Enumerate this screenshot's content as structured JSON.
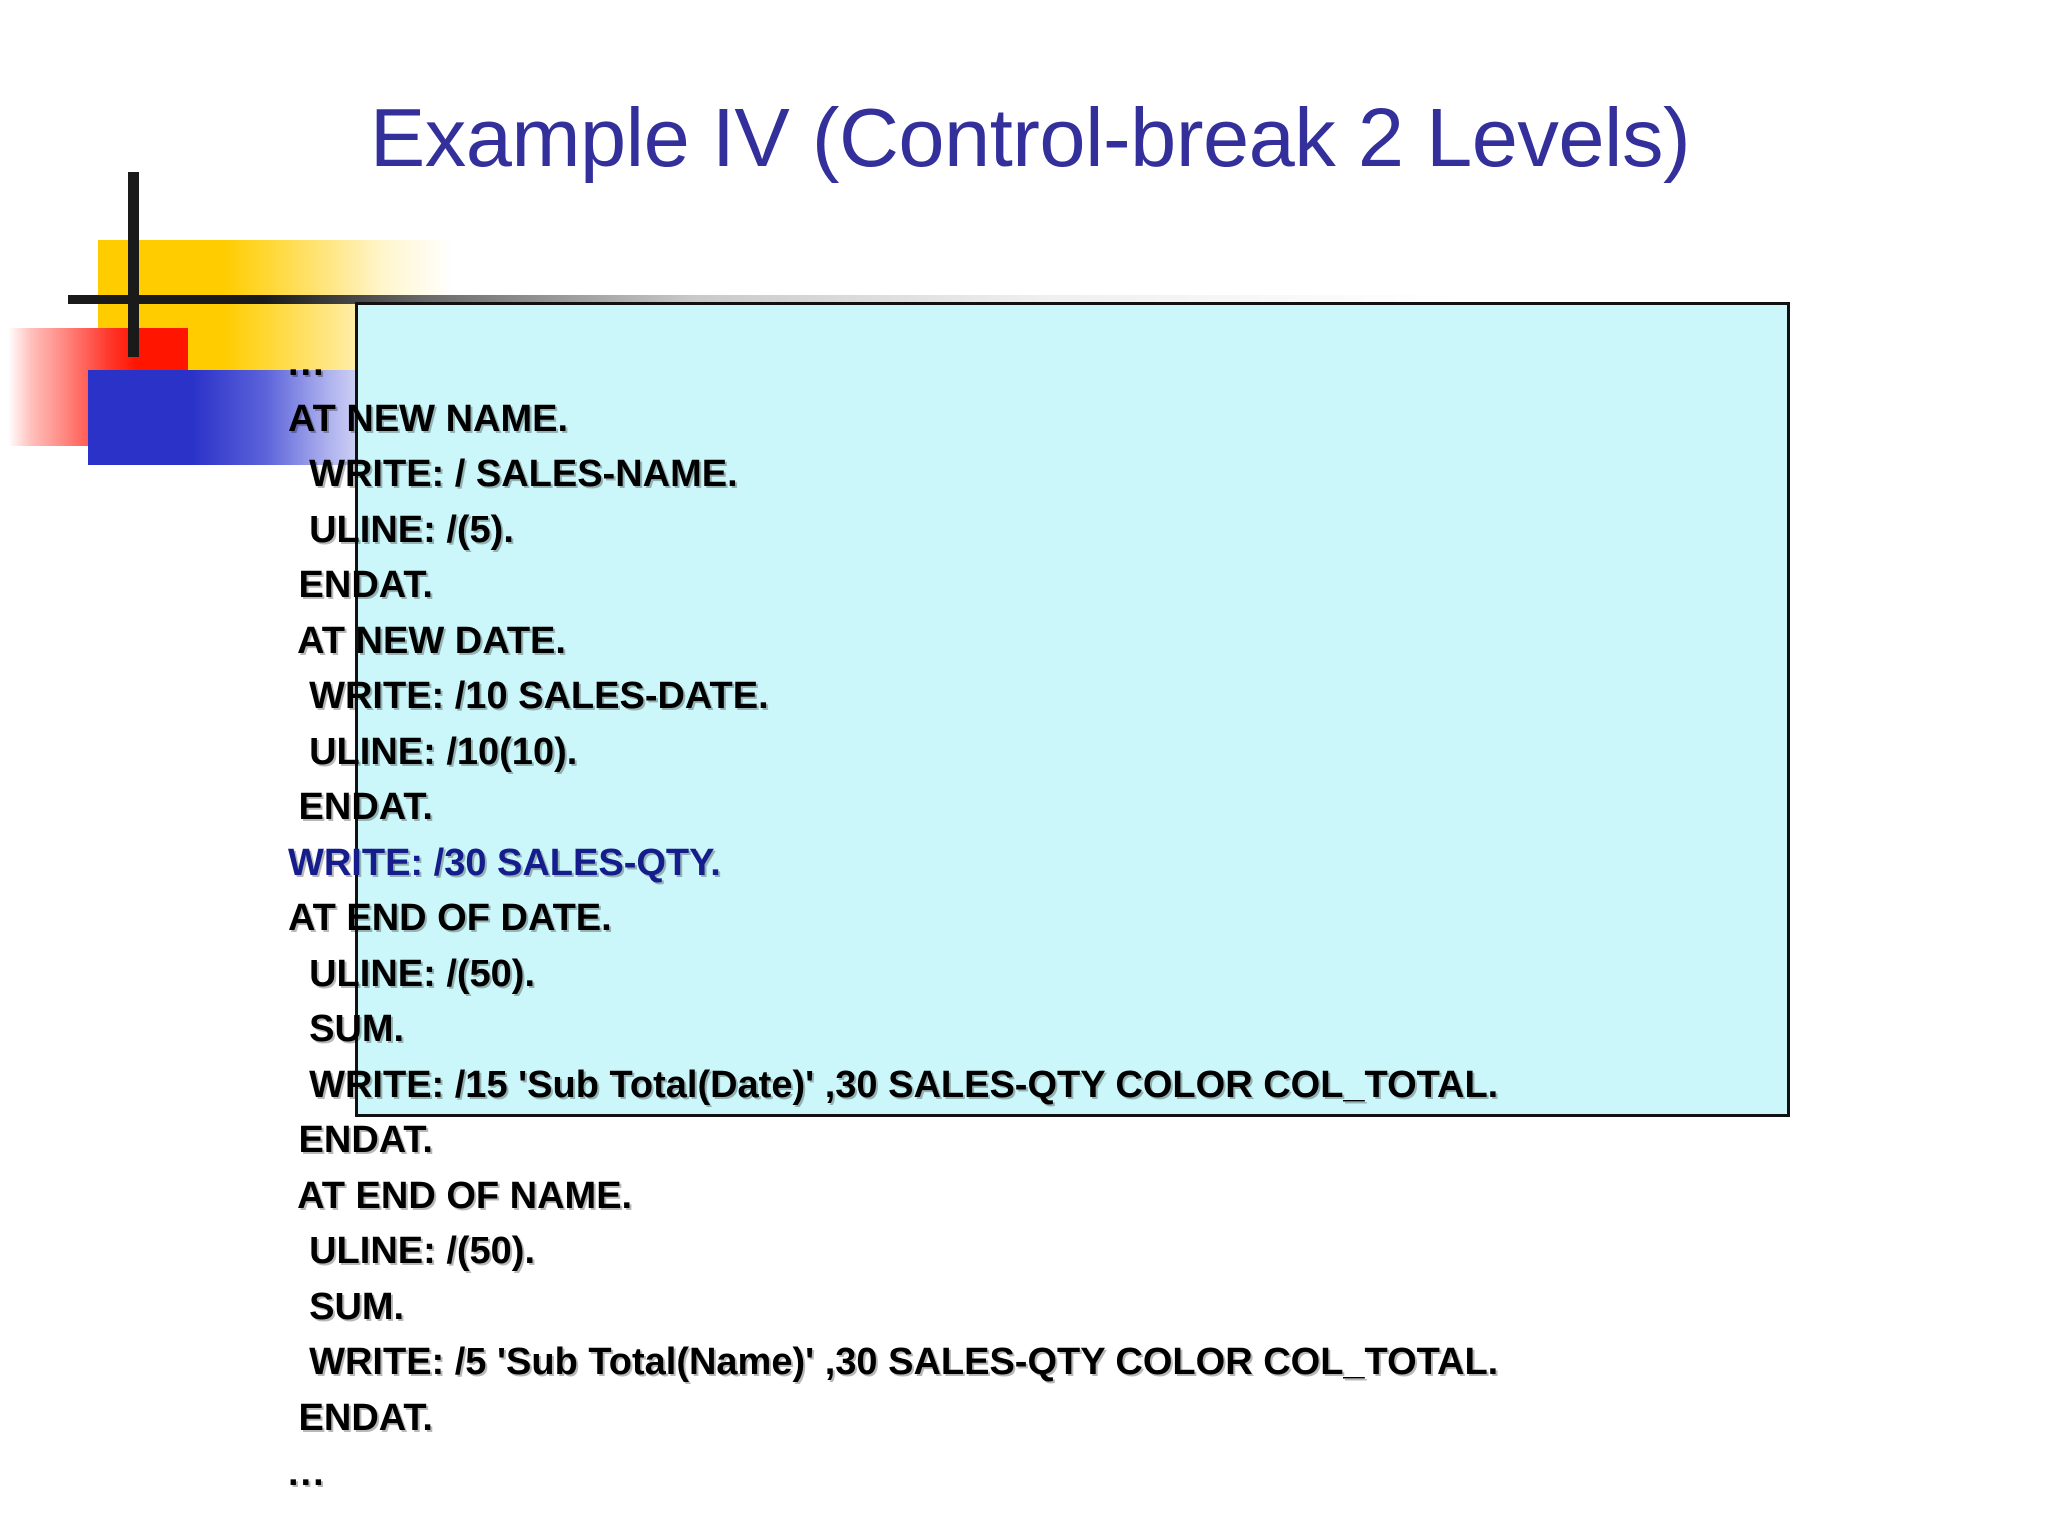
{
  "slide": {
    "title": "Example IV (Control-break 2 Levels)",
    "title_color": "#332F9B",
    "background_color": "#FFFFFF"
  },
  "logo": {
    "name": "office-squares-logo",
    "colors": {
      "yellow": "#FFCC00",
      "red": "#FF1500",
      "blue": "#2B32C8",
      "cross": "#1A1A1A"
    }
  },
  "code_box": {
    "background_color": "#CCF7FA",
    "border_color": "#111111",
    "highlight_color": "#151C8C",
    "text_color": "#000000",
    "lines": [
      {
        "text": "...",
        "highlight": false
      },
      {
        "text": "AT NEW NAME.",
        "highlight": false
      },
      {
        "text": "  WRITE: / SALES-NAME.",
        "highlight": false
      },
      {
        "text": "  ULINE: /(5).",
        "highlight": false
      },
      {
        "text": " ENDAT.",
        "highlight": false
      },
      {
        "text": " AT NEW DATE.",
        "highlight": false
      },
      {
        "text": "  WRITE: /10 SALES-DATE.",
        "highlight": false
      },
      {
        "text": "  ULINE: /10(10).",
        "highlight": false
      },
      {
        "text": " ENDAT.",
        "highlight": false
      },
      {
        "text": "WRITE: /30 SALES-QTY.",
        "highlight": true
      },
      {
        "text": "AT END OF DATE.",
        "highlight": false
      },
      {
        "text": "  ULINE: /(50).",
        "highlight": false
      },
      {
        "text": "  SUM.",
        "highlight": false
      },
      {
        "text": "  WRITE: /15 'Sub Total(Date)' ,30 SALES-QTY COLOR COL_TOTAL.",
        "highlight": false
      },
      {
        "text": " ENDAT.",
        "highlight": false
      },
      {
        "text": " AT END OF NAME.",
        "highlight": false
      },
      {
        "text": "  ULINE: /(50).",
        "highlight": false
      },
      {
        "text": "  SUM.",
        "highlight": false
      },
      {
        "text": "  WRITE: /5 'Sub Total(Name)' ,30 SALES-QTY COLOR COL_TOTAL.",
        "highlight": false
      },
      {
        "text": " ENDAT.",
        "highlight": false
      },
      {
        "text": "...",
        "highlight": false
      }
    ]
  }
}
